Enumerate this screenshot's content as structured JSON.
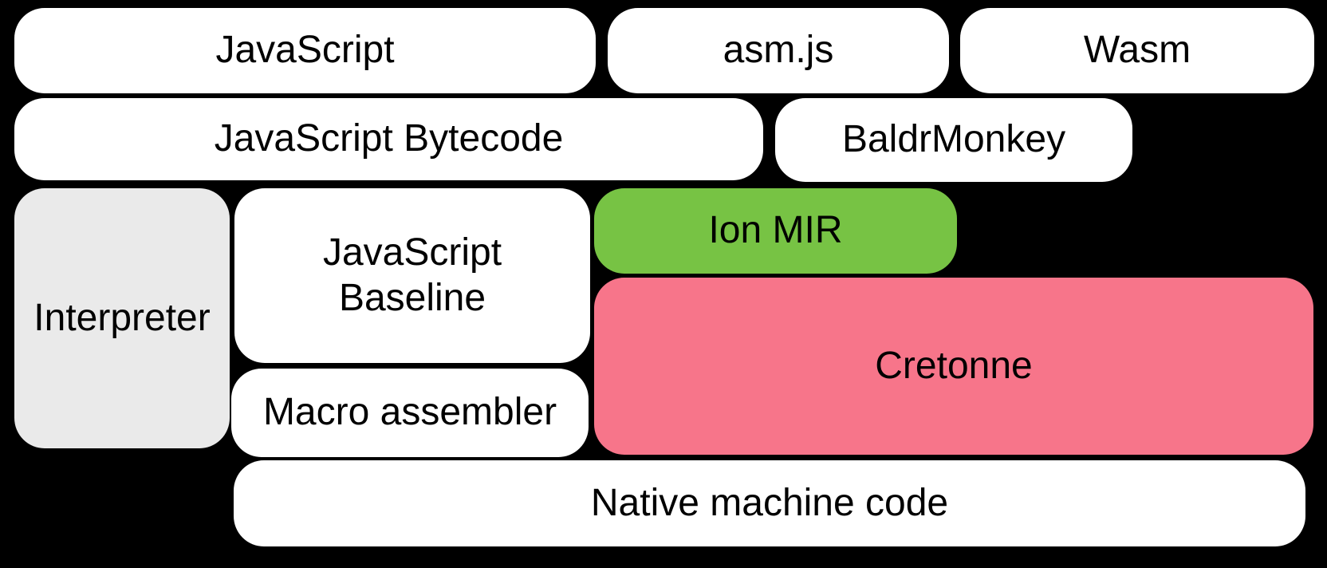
{
  "diagram": {
    "description": "Compiler pipeline diagram",
    "background_color": "#000000",
    "text_color": "#000000",
    "colors": {
      "white": "#FFFFFF",
      "gray": "#EAEAEA",
      "green": "#77C344",
      "pink": "#F7758A"
    }
  },
  "boxes": {
    "javascript": {
      "label": "JavaScript",
      "color": "#FFFFFF"
    },
    "asmjs": {
      "label": "asm.js",
      "color": "#FFFFFF"
    },
    "wasm": {
      "label": "Wasm",
      "color": "#FFFFFF"
    },
    "bytecode": {
      "label": "JavaScript Bytecode",
      "color": "#FFFFFF"
    },
    "baldrmonkey": {
      "label": "BaldrMonkey",
      "color": "#FFFFFF"
    },
    "interpreter": {
      "label": "Interpreter",
      "color": "#EAEAEA"
    },
    "baseline": {
      "label": "JavaScript Baseline",
      "color": "#FFFFFF"
    },
    "ionmir": {
      "label": "Ion MIR",
      "color": "#77C344"
    },
    "cretonne": {
      "label": "Cretonne",
      "color": "#F7758A"
    },
    "macroassembler": {
      "label": "Macro assembler",
      "color": "#FFFFFF"
    },
    "nativecode": {
      "label": "Native machine code",
      "color": "#FFFFFF"
    }
  }
}
